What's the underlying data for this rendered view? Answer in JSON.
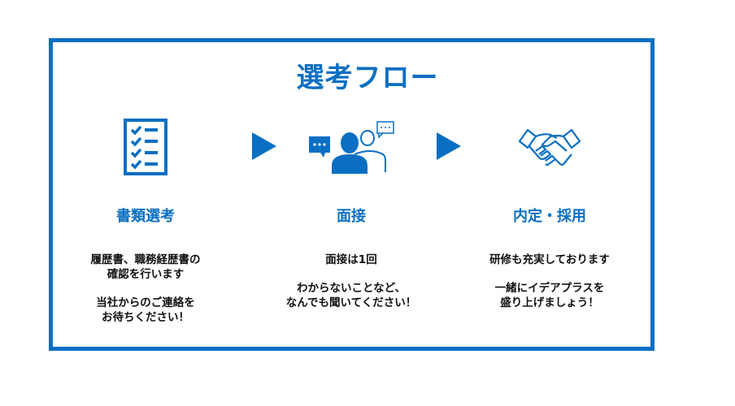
{
  "title": "選考フロー",
  "colors": {
    "accent": "#0a6fc2",
    "text": "#111111"
  },
  "steps": [
    {
      "icon": "checklist-icon",
      "heading": "書類選考",
      "paragraphs": [
        "履歴書、職務経歴書の\n確認を行います",
        "当社からのご連絡を\nお待ちください！"
      ]
    },
    {
      "icon": "interview-people-icon",
      "heading": "面接",
      "paragraphs": [
        "面接は1回",
        "わからないことなど、\nなんでも聞いてください！"
      ]
    },
    {
      "icon": "handshake-icon",
      "heading": "内定・採用",
      "paragraphs": [
        "研修も充実しております",
        "一緒にイデアプラスを\n盛り上げましょう！"
      ]
    }
  ]
}
